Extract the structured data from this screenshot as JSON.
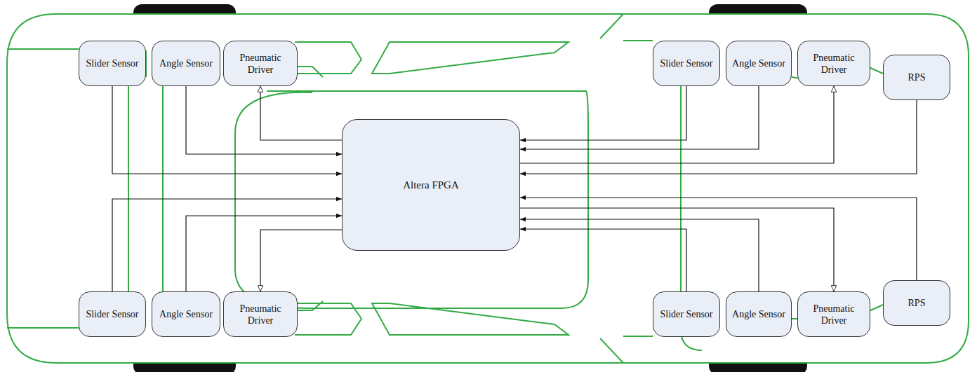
{
  "diagram": {
    "nodes": [
      {
        "text": [
          "Slider Sensor"
        ]
      },
      {
        "text": [
          "Angle Sensor"
        ]
      },
      {
        "text": [
          "Pneumatic Driver"
        ]
      },
      {
        "text": [
          "Slider Sensor"
        ]
      },
      {
        "text": [
          "Angle Sensor"
        ]
      },
      {
        "text": [
          "Pneumatic Driver"
        ]
      },
      {
        "text": [
          "RPS"
        ]
      },
      {
        "text": [
          "Altera FPGA"
        ]
      },
      {
        "text": [
          "Slider Sensor"
        ]
      },
      {
        "text": [
          "Angle Sensor"
        ]
      },
      {
        "text": [
          "Pneumatic Driver"
        ]
      },
      {
        "text": [
          "Slider Sensor"
        ]
      },
      {
        "text": [
          "Angle Sensor"
        ]
      },
      {
        "text": [
          "Pneumatic Driver"
        ]
      },
      {
        "text": [
          "RPS"
        ]
      }
    ],
    "edges": [
      {
        "from": 0,
        "to": 7,
        "arrow": "to"
      },
      {
        "from": 1,
        "to": 7,
        "arrow": "to"
      },
      {
        "from": 7,
        "to": 2,
        "arrow": "to"
      },
      {
        "from": 3,
        "to": 7,
        "arrow": "to"
      },
      {
        "from": 4,
        "to": 7,
        "arrow": "to"
      },
      {
        "from": 7,
        "to": 5,
        "arrow": "to"
      },
      {
        "from": 6,
        "to": 7,
        "arrow": "to"
      },
      {
        "from": 8,
        "to": 7,
        "arrow": "to"
      },
      {
        "from": 9,
        "to": 7,
        "arrow": "to"
      },
      {
        "from": 7,
        "to": 10,
        "arrow": "to"
      },
      {
        "from": 11,
        "to": 7,
        "arrow": "to"
      },
      {
        "from": 12,
        "to": 7,
        "arrow": "to"
      },
      {
        "from": 7,
        "to": 13,
        "arrow": "to"
      },
      {
        "from": 14,
        "to": 7,
        "arrow": "to"
      }
    ]
  }
}
